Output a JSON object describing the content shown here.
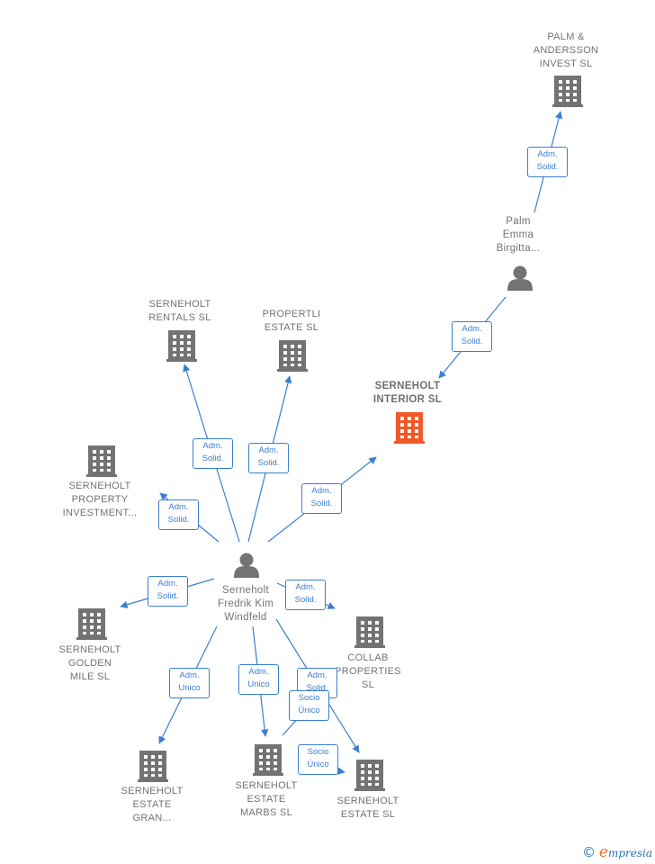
{
  "colors": {
    "edge": "#3a7fd0",
    "company": "#737373",
    "focus": "#f05a28",
    "person": "#737373"
  },
  "nodes": [
    {
      "id": "palm-andersson",
      "type": "company",
      "label": [
        "PALM &",
        "ANDERSSON",
        "INVEST  SL"
      ]
    },
    {
      "id": "palm-emma",
      "type": "person",
      "label": [
        "Palm",
        "Emma",
        "Birgitta..."
      ]
    },
    {
      "id": "serneholt-interior",
      "type": "company",
      "focus": true,
      "label": [
        "SERNEHOLT",
        "INTERIOR  SL"
      ]
    },
    {
      "id": "serneholt-rentals",
      "type": "company",
      "label": [
        "SERNEHOLT",
        "RENTALS  SL"
      ]
    },
    {
      "id": "propertli-estate",
      "type": "company",
      "label": [
        "PROPERTLI",
        "ESTATE  SL"
      ]
    },
    {
      "id": "serneholt-property",
      "type": "company",
      "label": [
        "SERNEHOLT",
        "PROPERTY",
        "INVESTMENT..."
      ]
    },
    {
      "id": "serneholt-fredrik",
      "type": "person",
      "label": [
        "Serneholt",
        "Fredrik Kim",
        "Windfeld"
      ]
    },
    {
      "id": "serneholt-golden",
      "type": "company",
      "label": [
        "SERNEHOLT",
        "GOLDEN",
        "MILE  SL"
      ]
    },
    {
      "id": "collab-properties",
      "type": "company",
      "label": [
        "COLLAB",
        "PROPERTIES",
        "SL"
      ]
    },
    {
      "id": "serneholt-estate-gran",
      "type": "company",
      "label": [
        "SERNEHOLT",
        "ESTATE",
        "GRAN..."
      ]
    },
    {
      "id": "serneholt-estate-marbs",
      "type": "company",
      "label": [
        "SERNEHOLT",
        "ESTATE",
        "MARBS  SL"
      ]
    },
    {
      "id": "serneholt-estate",
      "type": "company",
      "label": [
        "SERNEHOLT",
        "ESTATE  SL"
      ]
    }
  ],
  "edges": [
    {
      "id": "e1",
      "label": [
        "Adm.",
        "Solid."
      ]
    },
    {
      "id": "e2",
      "label": [
        "Adm.",
        "Solid."
      ]
    },
    {
      "id": "e3",
      "label": [
        "Adm.",
        "Solid."
      ]
    },
    {
      "id": "e4",
      "label": [
        "Adm.",
        "Solid."
      ]
    },
    {
      "id": "e5",
      "label": [
        "Adm.",
        "Solid."
      ]
    },
    {
      "id": "e6",
      "label": [
        "Adm.",
        "Solid."
      ]
    },
    {
      "id": "e7",
      "label": [
        "Adm.",
        "Solid."
      ]
    },
    {
      "id": "e8",
      "label": [
        "Adm.",
        "Solid."
      ]
    },
    {
      "id": "e9",
      "label": [
        "Adm.",
        "Unico"
      ]
    },
    {
      "id": "e10",
      "label": [
        "Adm.",
        "Unico"
      ]
    },
    {
      "id": "e11",
      "label": [
        "Adm.",
        "Solid."
      ]
    },
    {
      "id": "e12",
      "label": [
        "Socio",
        "Único"
      ]
    },
    {
      "id": "e13",
      "label": [
        "Socio",
        "Único"
      ]
    }
  ],
  "footer": {
    "copyright": "©",
    "brand_first": "e",
    "brand_rest": "mpresia"
  }
}
